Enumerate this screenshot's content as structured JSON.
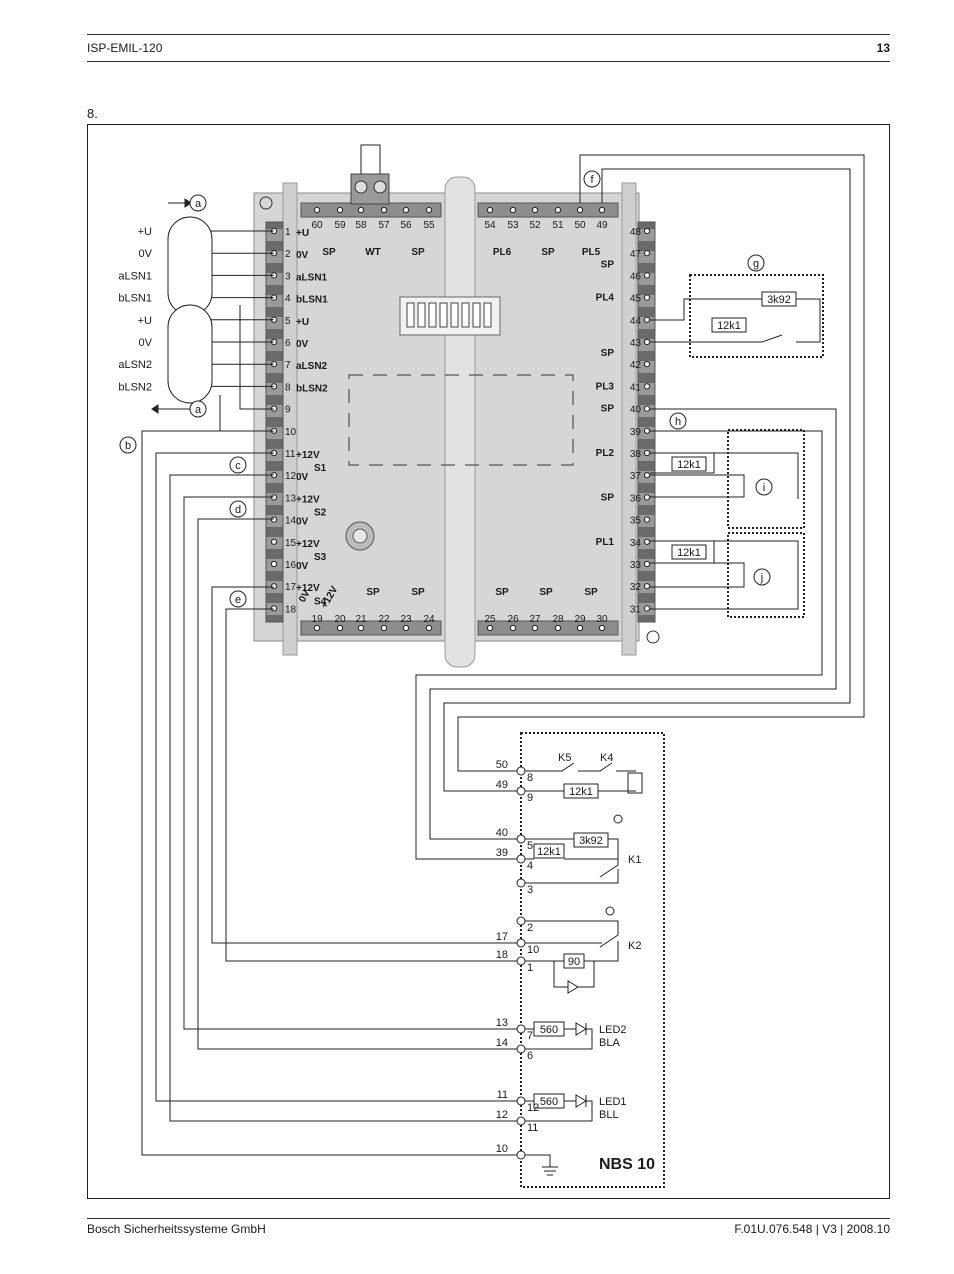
{
  "header": {
    "doc_title": "ISP-EMIL-120",
    "page_number": "13"
  },
  "step_label": "8.",
  "footer": {
    "company": "Bosch Sicherheitssysteme GmbH",
    "doc_ref": "F.01U.076.548 | V3 | 2008.10"
  },
  "diagram": {
    "left_terminals": [
      {
        "num": "1",
        "label": "+U",
        "ext": "+U"
      },
      {
        "num": "2",
        "label": "0V",
        "ext": "0V"
      },
      {
        "num": "3",
        "label": "aLSN1",
        "ext": "aLSN1"
      },
      {
        "num": "4",
        "label": "bLSN1",
        "ext": "bLSN1"
      },
      {
        "num": "5",
        "label": "+U",
        "ext": "+U"
      },
      {
        "num": "6",
        "label": "0V",
        "ext": "0V"
      },
      {
        "num": "7",
        "label": "aLSN2",
        "ext": "aLSN2"
      },
      {
        "num": "8",
        "label": "bLSN2",
        "ext": "bLSN2"
      },
      {
        "num": "9",
        "label": "",
        "ext": ""
      },
      {
        "num": "10",
        "label": "",
        "ext": ""
      },
      {
        "num": "11",
        "label": "+12V",
        "ext": ""
      },
      {
        "num": "12",
        "label": "0V",
        "ext": ""
      },
      {
        "num": "13",
        "label": "+12V",
        "ext": ""
      },
      {
        "num": "14",
        "label": "0V",
        "ext": ""
      },
      {
        "num": "15",
        "label": "+12V",
        "ext": ""
      },
      {
        "num": "16",
        "label": "0V",
        "ext": ""
      },
      {
        "num": "17",
        "label": "+12V",
        "ext": ""
      },
      {
        "num": "18",
        "label": "",
        "ext": ""
      }
    ],
    "group_labels_left": [
      "S1",
      "S2",
      "S3",
      "S4"
    ],
    "right_terminals": [
      "48",
      "47",
      "46",
      "45",
      "44",
      "43",
      "42",
      "41",
      "40",
      "39",
      "38",
      "37",
      "36",
      "35",
      "34",
      "33",
      "32",
      "31"
    ],
    "right_group_labels": [
      "SP",
      "PL4",
      "SP",
      "PL3",
      "SP",
      "PL2",
      "SP",
      "PL1"
    ],
    "top_terminals": [
      "60",
      "59",
      "58",
      "57",
      "56",
      "55",
      "54",
      "53",
      "52",
      "51",
      "50",
      "49"
    ],
    "top_group_labels": [
      "SP",
      "WT",
      "SP",
      "PL6",
      "SP",
      "PL5"
    ],
    "bottom_terminals": [
      "19",
      "20",
      "21",
      "22",
      "23",
      "24",
      "25",
      "26",
      "27",
      "28",
      "29",
      "30"
    ],
    "bottom_group_labels": [
      "+12V",
      "0V",
      "SP",
      "SP",
      "SP",
      "SP",
      "SP"
    ],
    "bottom_rotated_labels": [
      "0V",
      "+12V"
    ],
    "callouts": [
      "a",
      "a",
      "b",
      "c",
      "d",
      "e",
      "f",
      "g",
      "h",
      "i",
      "j"
    ],
    "resistors": [
      "3k92",
      "12k1",
      "12k1",
      "12k1"
    ],
    "nbs10": {
      "title": "NBS 10",
      "contacts": [
        "K5",
        "K4"
      ],
      "relays": [
        "K1",
        "K2"
      ],
      "leds": [
        {
          "name": "LED2",
          "sub": "BLA"
        },
        {
          "name": "LED1",
          "sub": "BLL"
        }
      ],
      "resistors": [
        "12k1",
        "3k92",
        "12k1",
        "90",
        "560",
        "560"
      ],
      "wires": [
        {
          "from": "50",
          "pin": "8"
        },
        {
          "from": "49",
          "pin": "9"
        },
        {
          "from": "40",
          "pin": "5"
        },
        {
          "from": "39",
          "pin": "4"
        },
        {
          "from": "",
          "pin": "3"
        },
        {
          "from": "",
          "pin": "2"
        },
        {
          "from": "17",
          "pin": "10"
        },
        {
          "from": "18",
          "pin": "1"
        },
        {
          "from": "13",
          "pin": "7"
        },
        {
          "from": "14",
          "pin": "6"
        },
        {
          "from": "11",
          "pin": "12"
        },
        {
          "from": "12",
          "pin": "11"
        },
        {
          "from": "10",
          "pin": ""
        }
      ]
    }
  }
}
